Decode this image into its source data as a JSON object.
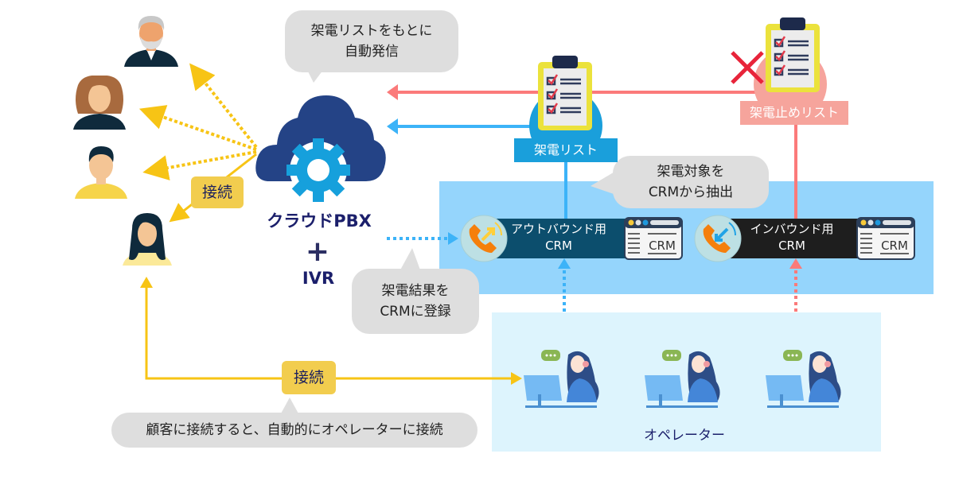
{
  "diagram": {
    "title_bubble": {
      "line1": "架電リストをもとに",
      "line2": "自動発信"
    },
    "pbx": {
      "name": "クラウドPBX",
      "plus": "+",
      "addon": "IVR"
    },
    "call_list": {
      "label": "架電リスト",
      "color": "#1a9fdb"
    },
    "stop_list": {
      "label": "架電止めリスト",
      "color": "#f6a49c"
    },
    "extract_bubble": {
      "line1": "架電対象を",
      "line2": "CRMから抽出"
    },
    "register_bubble": {
      "line1": "架電結果を",
      "line2": "CRMに登録"
    },
    "outbound_crm": {
      "line1": "アウトバウンド用",
      "line2": "CRM",
      "icon_text": "CRM"
    },
    "inbound_crm": {
      "line1": "インバウンド用",
      "line2": "CRM",
      "icon_text": "CRM"
    },
    "connect_badge_top": "接続",
    "connect_badge_bottom": "接続",
    "bottom_bubble": "顧客に接続すると、自動的にオペレーターに接続",
    "operators": {
      "label": "オペレーター",
      "count": 3
    },
    "customers": [
      "elderly-man",
      "curly-hair-woman",
      "young-man",
      "long-hair-woman"
    ],
    "colors": {
      "connect_line": "#f7c415",
      "call_arrow": "#fb7a7a",
      "list_arrow": "#3cb3f8",
      "crm_panel": "#95d5fc",
      "operator_panel": "#ddf4fd",
      "pbx_cloud": "#244386",
      "pbx_gear": "#16a0dc"
    }
  }
}
